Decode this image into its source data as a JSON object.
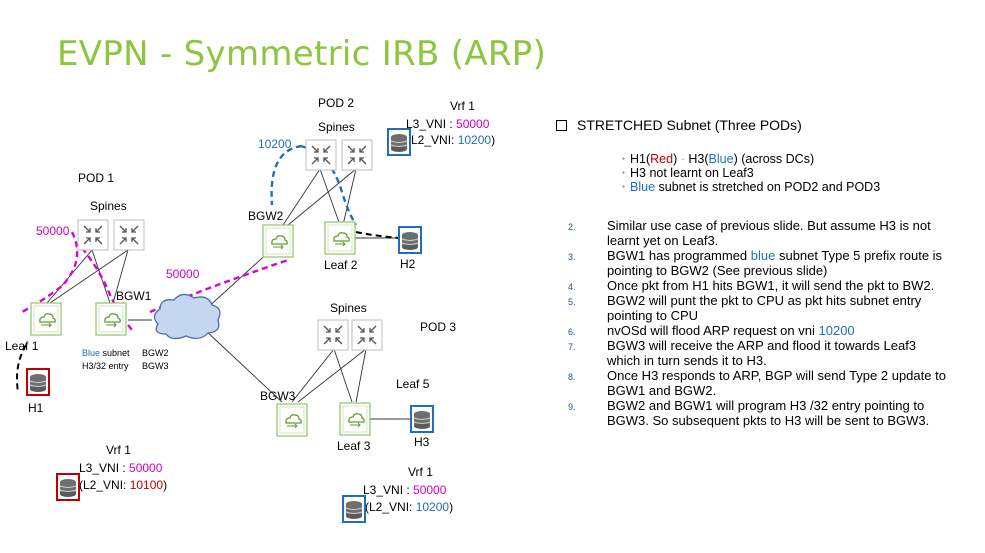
{
  "title": "EVPN - Symmetric IRB (ARP)",
  "colors": {
    "title": "#8CC63F",
    "red": "#C00000",
    "blue": "#1F6FB8",
    "magenta": "#CC00CC",
    "device_green": "#6AAF35",
    "host_blue": "#1F6FB8",
    "host_red": "#C00000"
  },
  "diagram": {
    "pods": {
      "pod1": "POD 1",
      "pod2": "POD 2",
      "pod3": "POD 3"
    },
    "spines_label": "Spines",
    "devices": {
      "leaf1": "Leaf 1",
      "bgw1": "BGW1",
      "bgw2": "BGW2",
      "leaf2": "Leaf 2",
      "bgw3": "BGW3",
      "leaf3": "Leaf 3",
      "leaf5": "Leaf 5"
    },
    "hosts": {
      "h1": "H1",
      "h2": "H2",
      "h3": "H3"
    },
    "vni_links": {
      "pod1": "50000",
      "pod2": "10200",
      "inter": "50000"
    },
    "bgw1_table": {
      "subnet_blue": "Blue",
      "subnet_rest": " subnet",
      "entry": "H3/32 entry",
      "bgw2": "BGW2",
      "bgw3": "BGW3"
    },
    "vrf_pod2": {
      "vrf": "Vrf 1",
      "l3_label": "L3_VNI : ",
      "l3_value": "50000",
      "l2_label": "(L2_VNI: ",
      "l2_value": "10200",
      "close": ")"
    },
    "vrf_pod1": {
      "vrf": "Vrf 1",
      "l3_label": "L3_VNI : ",
      "l3_value": "50000",
      "l2_label": "(L2_VNI: ",
      "l2_value": "10100",
      "close": ")"
    },
    "vrf_pod3": {
      "vrf": "Vrf 1",
      "l3_label": "L3_VNI : ",
      "l3_value": "50000",
      "l2_label": "(L2_VNI: ",
      "l2_value": "10200",
      "close": ")"
    }
  },
  "panel": {
    "heading": "STRETCHED Subnet (Three PODs)",
    "bullets": {
      "b1": {
        "h1": "H1(",
        "red": "Red",
        "mid": ")  ",
        "sep": "·",
        "h3": " H3(",
        "blue": "Blue",
        "end": ") (across DCs)"
      },
      "b2": "H3 not learnt on Leaf3",
      "b3": {
        "blue": "Blue",
        "rest": " subnet is stretched on POD2 and POD3"
      }
    },
    "steps": [
      {
        "num": "2.",
        "text": "Similar use case of previous slide. But assume H3 is not learnt yet on Leaf3."
      },
      {
        "num": "3.",
        "pre": "BGW1 has programmed ",
        "blue": "blue",
        "post": " subnet Type 5 prefix route is pointing to BGW2 (See previous slide)"
      },
      {
        "num": "4.",
        "text": "Once pkt from H1 hits BGW1, it will send the pkt to BW2."
      },
      {
        "num": "5.",
        "text": "BGW2 will punt the pkt to CPU as pkt hits subnet entry pointing to CPU"
      },
      {
        "num": "6.",
        "pre": "nvOSd will flood ARP request on vni ",
        "blue": "10200",
        "post": ""
      },
      {
        "num": "7.",
        "text": "BGW3 will receive the ARP and flood it towards Leaf3 which in turn sends it to H3."
      },
      {
        "num": "8.",
        "text": "Once H3 responds to ARP, BGP will send Type 2 update to BGW1 and BGW2."
      },
      {
        "num": "9.",
        "text": "BGW2 and BGW1 will program H3 /32 entry pointing to BGW3. So subsequent pkts to H3 will be sent to BGW3."
      }
    ]
  }
}
